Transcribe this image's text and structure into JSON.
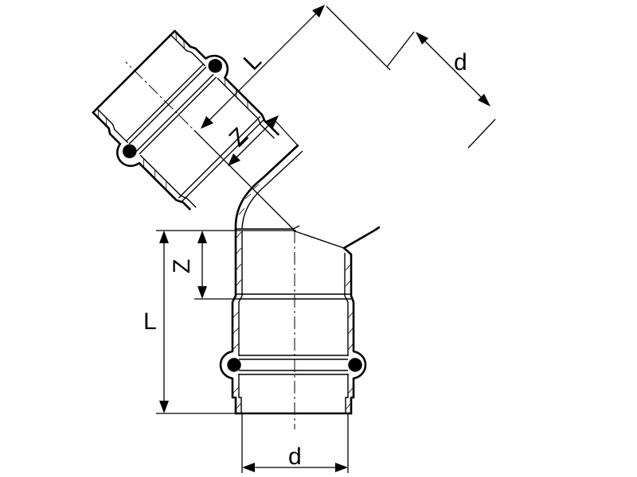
{
  "labels": {
    "length_top": "L",
    "z_top": "Z",
    "diameter_top": "d",
    "length_left": "L",
    "z_left": "Z",
    "diameter_bottom": "d"
  }
}
